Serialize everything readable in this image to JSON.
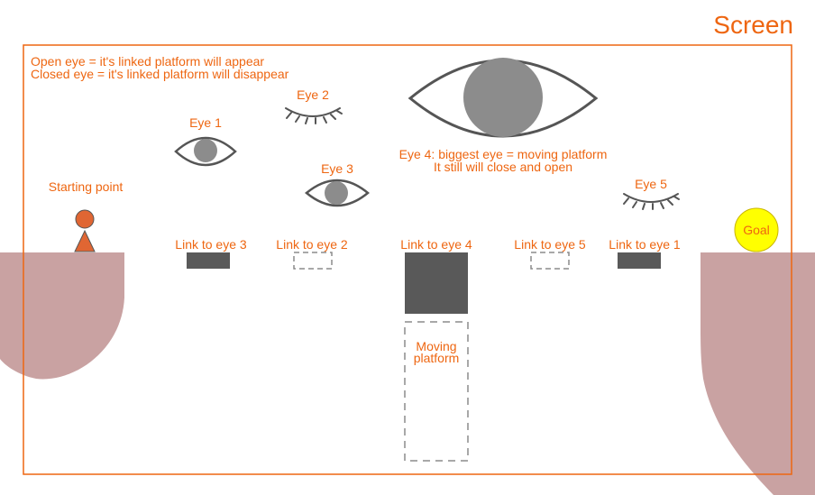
{
  "screen_label": "Screen",
  "notes": {
    "open_eye": "Open eye = it's linked platform will appear",
    "closed_eye": "Closed eye = it's linked platform will disappear"
  },
  "eyes": {
    "eye1": "Eye 1",
    "eye2": "Eye 2",
    "eye3": "Eye 3",
    "eye4_line1": "Eye 4: biggest eye = moving platform",
    "eye4_line2": "It still will close and open",
    "eye5": "Eye 5"
  },
  "start_label": "Starting point",
  "goal_label": "Goal",
  "platforms": {
    "link3": "Link to eye 3",
    "link2": "Link to eye 2",
    "link4": "Link to eye 4",
    "link5": "Link to eye 5",
    "link1": "Link to eye 1"
  },
  "moving_platform": {
    "line1": "Moving",
    "line2": "platform"
  },
  "colors": {
    "accent": "#ee6611",
    "ground": "#c9a2a2",
    "platform": "#595959",
    "eye_stroke": "#555555",
    "pupil": "#8c8c8c",
    "goal": "#ffff00",
    "player": "#e06633"
  }
}
